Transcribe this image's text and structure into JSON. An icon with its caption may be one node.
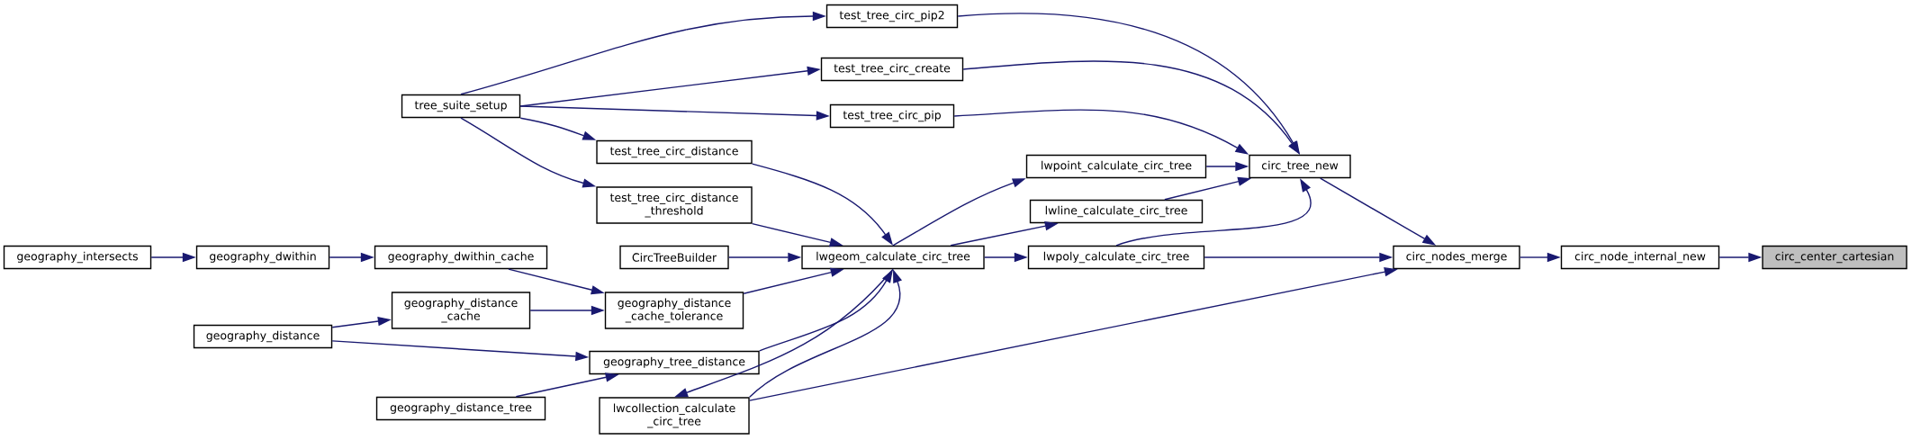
{
  "diagram": {
    "nodes": [
      {
        "text": [
          "geography_intersects"
        ]
      },
      {
        "text": [
          "geography_dwithin"
        ]
      },
      {
        "text": [
          "geography_distance"
        ]
      },
      {
        "text": [
          "tree_suite_setup"
        ]
      },
      {
        "text": [
          "geography_dwithin_cache"
        ]
      },
      {
        "text": [
          "geography_distance _cache"
        ]
      },
      {
        "text": [
          "geography_distance_tree"
        ]
      },
      {
        "text": [
          "test_tree_circ_distance"
        ]
      },
      {
        "text": [
          "test_tree_circ_distance _threshold"
        ]
      },
      {
        "text": [
          "CircTreeBuilder"
        ]
      },
      {
        "text": [
          "geography_distance _cache_tolerance"
        ]
      },
      {
        "text": [
          "geography_tree_distance"
        ]
      },
      {
        "text": [
          "lwcollection_calculate _circ_tree"
        ]
      },
      {
        "text": [
          "test_tree_circ_pip2"
        ]
      },
      {
        "text": [
          "test_tree_circ_create"
        ]
      },
      {
        "text": [
          "test_tree_circ_pip"
        ]
      },
      {
        "text": [
          "lwgeom_calculate_circ_tree"
        ]
      },
      {
        "text": [
          "lwpoint_calculate_circ_tree"
        ]
      },
      {
        "text": [
          "lwline_calculate_circ_tree"
        ]
      },
      {
        "text": [
          "lwpoly_calculate_circ_tree"
        ]
      },
      {
        "text": [
          "circ_tree_new"
        ]
      },
      {
        "text": [
          "circ_nodes_merge"
        ]
      },
      {
        "text": [
          "circ_node_internal_new"
        ]
      },
      {
        "text": [
          "circ_center_cartesian"
        ]
      }
    ],
    "edges": [
      {
        "from": 0,
        "to": 1,
        "arrow": "to"
      },
      {
        "from": 1,
        "to": 4,
        "arrow": "to"
      },
      {
        "from": 4,
        "to": 10,
        "arrow": "to"
      },
      {
        "from": 2,
        "to": 5,
        "arrow": "to"
      },
      {
        "from": 5,
        "to": 10,
        "arrow": "to"
      },
      {
        "from": 2,
        "to": 11,
        "arrow": "to"
      },
      {
        "from": 6,
        "to": 11,
        "arrow": "to"
      },
      {
        "from": 3,
        "to": 13,
        "arrow": "to"
      },
      {
        "from": 3,
        "to": 14,
        "arrow": "to"
      },
      {
        "from": 3,
        "to": 15,
        "arrow": "to"
      },
      {
        "from": 3,
        "to": 7,
        "arrow": "to"
      },
      {
        "from": 3,
        "to": 8,
        "arrow": "to"
      },
      {
        "from": 7,
        "to": 16,
        "arrow": "to"
      },
      {
        "from": 8,
        "to": 16,
        "arrow": "to"
      },
      {
        "from": 9,
        "to": 16,
        "arrow": "to"
      },
      {
        "from": 10,
        "to": 16,
        "arrow": "to"
      },
      {
        "from": 11,
        "to": 16,
        "arrow": "to"
      },
      {
        "from": 16,
        "to": 12,
        "arrow": "to"
      },
      {
        "from": 12,
        "to": 16,
        "arrow": "to"
      },
      {
        "from": 12,
        "to": 21,
        "arrow": "to"
      },
      {
        "from": 16,
        "to": 17,
        "arrow": "to"
      },
      {
        "from": 16,
        "to": 18,
        "arrow": "to"
      },
      {
        "from": 16,
        "to": 19,
        "arrow": "to"
      },
      {
        "from": 13,
        "to": 20,
        "arrow": "to"
      },
      {
        "from": 14,
        "to": 20,
        "arrow": "to"
      },
      {
        "from": 15,
        "to": 20,
        "arrow": "to"
      },
      {
        "from": 17,
        "to": 20,
        "arrow": "to"
      },
      {
        "from": 18,
        "to": 20,
        "arrow": "to"
      },
      {
        "from": 19,
        "to": 20,
        "arrow": "to"
      },
      {
        "from": 19,
        "to": 21,
        "arrow": "to"
      },
      {
        "from": 20,
        "to": 21,
        "arrow": "to"
      },
      {
        "from": 21,
        "to": 22,
        "arrow": "to"
      },
      {
        "from": 22,
        "to": 23,
        "arrow": "to"
      }
    ]
  }
}
